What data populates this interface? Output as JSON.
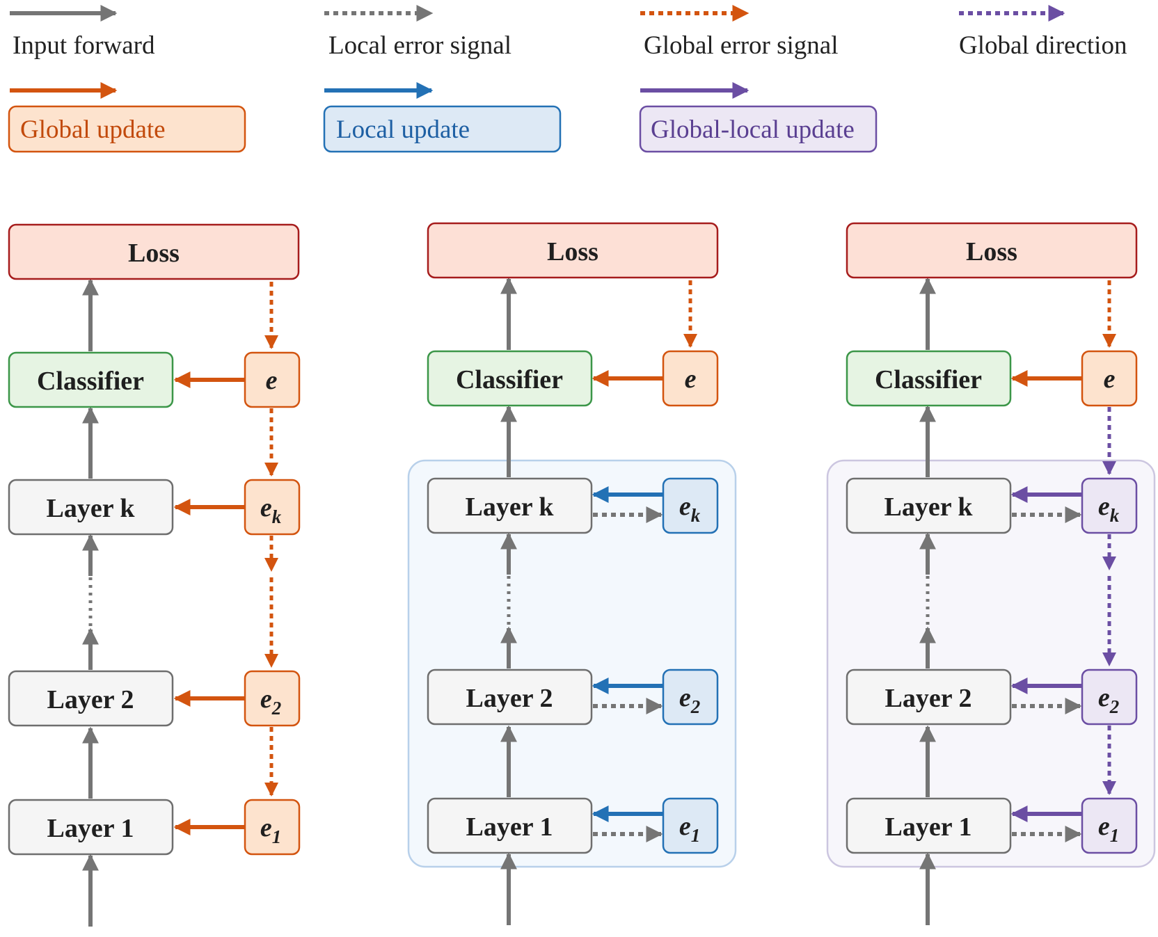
{
  "colors": {
    "gray": "#757575",
    "orange": "#d3540f",
    "blue": "#2371b5",
    "purple": "#6b4ea3",
    "loss_fill": "#fde0d6",
    "loss_stroke": "#a61c1c",
    "classifier_fill": "#e6f4e3",
    "classifier_stroke": "#3b9648",
    "layer_fill": "#f5f5f5",
    "layer_stroke": "#6e6e6e",
    "orange_fill": "#fde3ce",
    "blue_fill": "#dde9f5",
    "purple_fill": "#ece7f4"
  },
  "legend": {
    "input_forward": "Input forward",
    "local_error_signal": "Local error signal",
    "global_error_signal": "Global error signal",
    "global_direction": "Global direction",
    "global_update": "Global update",
    "local_update": "Local update",
    "global_local_update": "Global-local update"
  },
  "panels": [
    {
      "id": "global",
      "loss": "Loss",
      "classifier": "Classifier",
      "layers": [
        "Layer k",
        "Layer 2",
        "Layer 1"
      ],
      "errors": {
        "e": "e",
        "ek": "e",
        "ek_sub": "k",
        "e2": "e",
        "e2_sub": "2",
        "e1": "e",
        "e1_sub": "1"
      }
    },
    {
      "id": "local",
      "loss": "Loss",
      "classifier": "Classifier",
      "layers": [
        "Layer k",
        "Layer 2",
        "Layer 1"
      ],
      "errors": {
        "e": "e",
        "ek": "e",
        "ek_sub": "k",
        "e2": "e",
        "e2_sub": "2",
        "e1": "e",
        "e1_sub": "1"
      }
    },
    {
      "id": "global-local",
      "loss": "Loss",
      "classifier": "Classifier",
      "layers": [
        "Layer k",
        "Layer 2",
        "Layer 1"
      ],
      "errors": {
        "e": "e",
        "ek": "e",
        "ek_sub": "k",
        "e2": "e",
        "e2_sub": "2",
        "e1": "e",
        "e1_sub": "1"
      }
    }
  ]
}
